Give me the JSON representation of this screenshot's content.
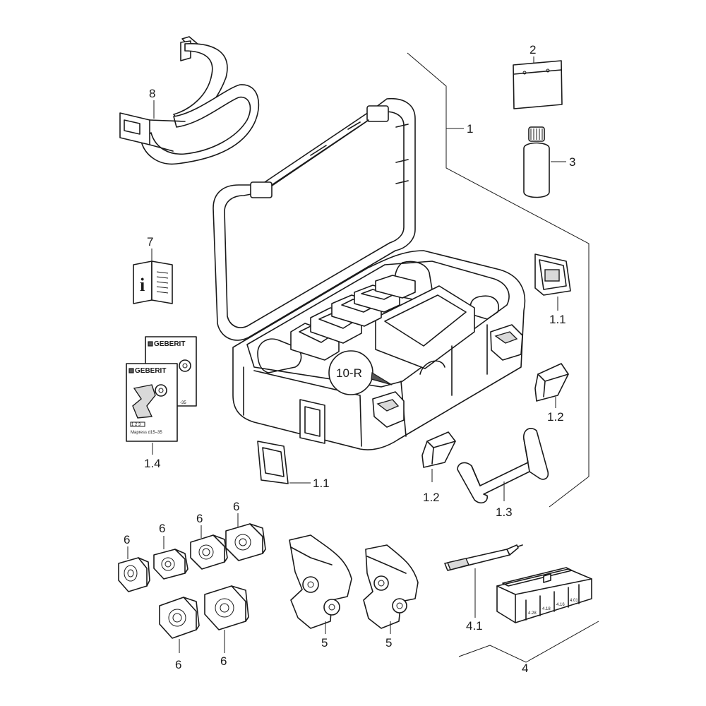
{
  "labels": {
    "case": "1",
    "sign_holder": "2",
    "bottle": "3",
    "manual": "7",
    "strap": "8",
    "holder_right": "1.1",
    "holder_bottom": "1.1",
    "latch_right": "1.2",
    "latch_bottom": "1.2",
    "handle": "1.3",
    "guide": "1.4",
    "callout_10r": "10-R",
    "insert_a": "6",
    "insert_b": "6",
    "insert_c": "6",
    "insert_d": "6",
    "insert_e": "6",
    "insert_f": "6",
    "jaw_a": "5",
    "jaw_b": "5",
    "marker": "4.1",
    "gauge": "4"
  },
  "guide_card": {
    "brand_back": "GEBERIT",
    "brand_front": "GEBERIT",
    "range_back": "-35",
    "model": "Mapress d15–35",
    "icons": "1 2 3"
  },
  "gauge_marks": [
    "4.28",
    "4.18",
    "4.16",
    "4.01"
  ],
  "colors": {
    "line": "#1a1a1a",
    "background": "#ffffff",
    "shade": "#d9d9d9"
  }
}
